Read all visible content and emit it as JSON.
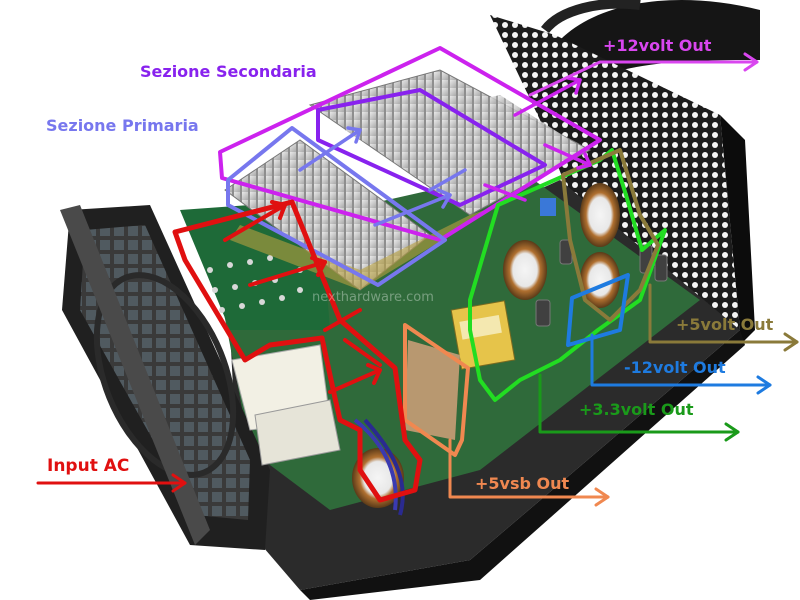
{
  "labels": {
    "secondary_section": "Sezione Secondaria",
    "primary_section": "Sezione Primaria",
    "out_12v": "+12volt Out",
    "out_5v": "+5volt Out",
    "out_minus12v": "-12volt Out",
    "out_3_3v": "+3.3volt Out",
    "out_5vsb": "+5vsb Out",
    "input_ac": "Input AC"
  },
  "watermark": "nexthardware.com",
  "colors": {
    "secondary": "#cc22ee",
    "secondary_text": "#8822ee",
    "primary": "#7777ee",
    "v12": "#d946ef",
    "v5": "#8a7a3a",
    "vm12": "#1e7be0",
    "v33": "#1a9a1a",
    "v33_zone": "#22dd22",
    "vsb": "#f08850",
    "input": "#e01010"
  }
}
